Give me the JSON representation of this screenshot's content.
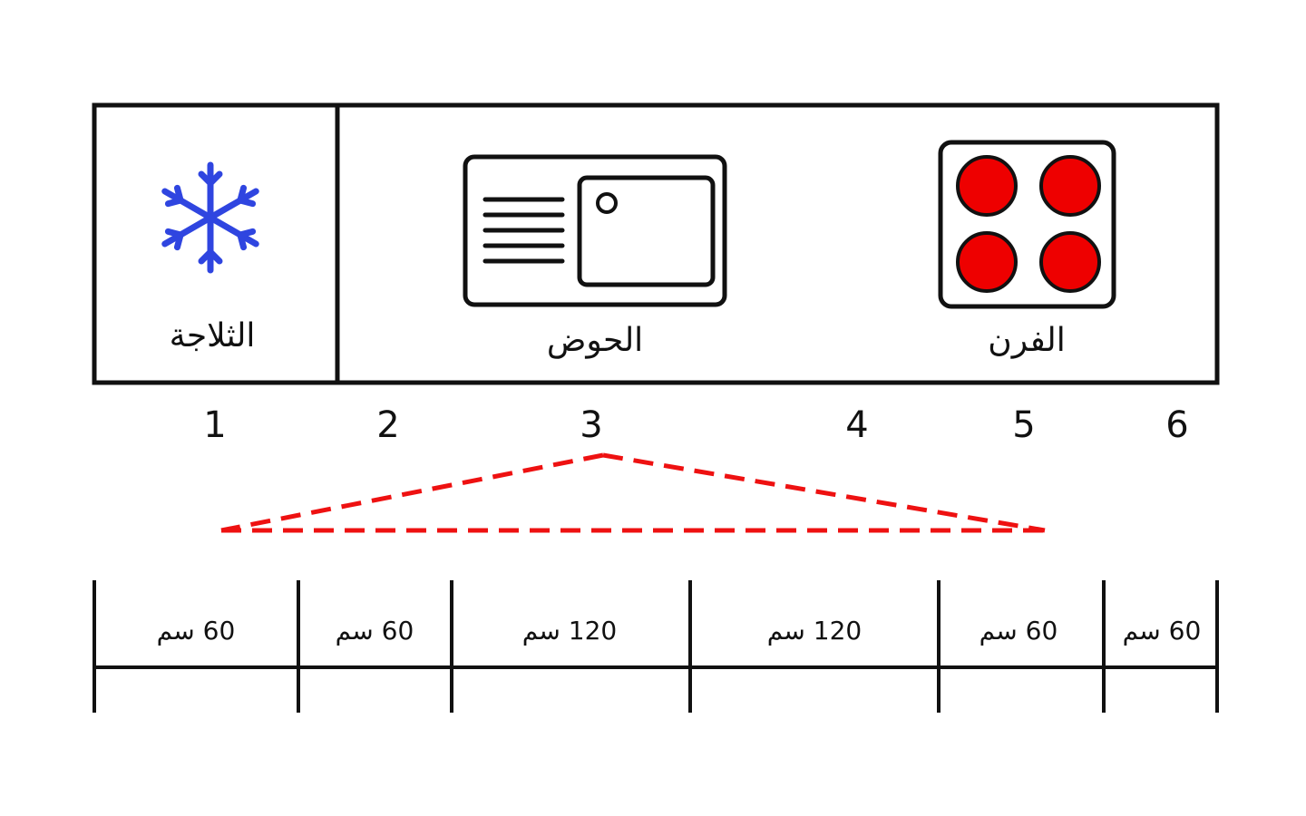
{
  "appliances": {
    "fridge": {
      "label": "الثلاجة",
      "icon": "snowflake-icon",
      "color": "#2f45e0"
    },
    "sink": {
      "label": "الحوض",
      "icon": "sink-icon"
    },
    "stove": {
      "label": "الفرن",
      "icon": "stove-icon",
      "burner_color": "#ee0000"
    }
  },
  "positions": [
    "1",
    "2",
    "3",
    "4",
    "5",
    "6"
  ],
  "triangle": {
    "color": "#ee1111",
    "style": "dashed"
  },
  "segments": [
    {
      "label": "60 سم"
    },
    {
      "label": "60 سم"
    },
    {
      "label": "120 سم"
    },
    {
      "label": "120 سم"
    },
    {
      "label": "60 سم"
    },
    {
      "label": "60 سم"
    }
  ]
}
